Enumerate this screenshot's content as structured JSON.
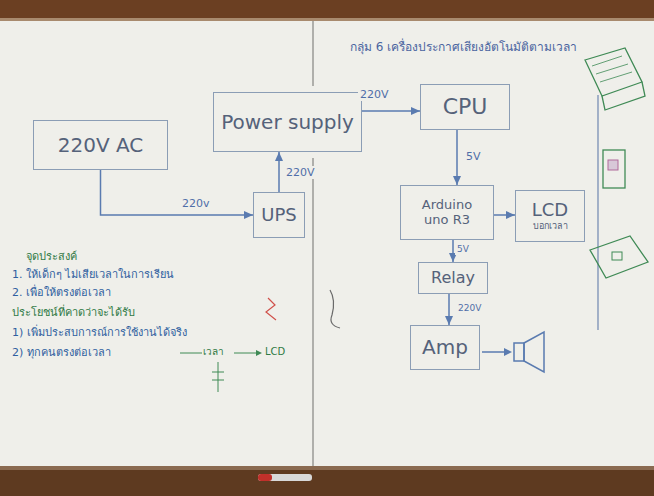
{
  "diagram": {
    "title": "กลุ่ม 6 เครื่องประกาศเสียงอัตโนมัติตามเวลา",
    "nodes": [
      {
        "text": [
          "220V AC"
        ]
      },
      {
        "text": [
          "Power supply"
        ]
      },
      {
        "text": [
          "CPU"
        ]
      },
      {
        "text": [
          "UPS"
        ]
      },
      {
        "text": [
          "Arduino uno R3"
        ]
      },
      {
        "text": [
          "LCD",
          "บอกเวลา"
        ]
      },
      {
        "text": [
          "Relay"
        ]
      },
      {
        "text": [
          "Amp"
        ]
      }
    ],
    "edges": [
      {
        "from": 0,
        "to": 3,
        "label": "220v",
        "arrow": "to"
      },
      {
        "from": 3,
        "to": 1,
        "label": "220V",
        "arrow": "to"
      },
      {
        "from": 1,
        "to": 2,
        "label": "220V",
        "arrow": "to"
      },
      {
        "from": 2,
        "to": 4,
        "label": "5V",
        "arrow": "to"
      },
      {
        "from": 4,
        "to": 5,
        "arrow": "to"
      },
      {
        "from": 4,
        "to": 6,
        "label": "5V",
        "arrow": "to"
      },
      {
        "from": 6,
        "to": 7,
        "label": "220V",
        "arrow": "to"
      }
    ],
    "labels": [
      "จุดประสงค์",
      "1. ให้เด็กๆ ไม่เสียเวลาในการเรียน",
      "2. เพื่อให้ตรงต่อเวลา",
      "ประโยชน์ที่คาดว่าจะได้รับ",
      "1) เพิ่มประสบการณ์การใช้งานได้จริง",
      "2) ทุกคนตรงต่อเวลา",
      "เวลา",
      "LCD"
    ]
  }
}
